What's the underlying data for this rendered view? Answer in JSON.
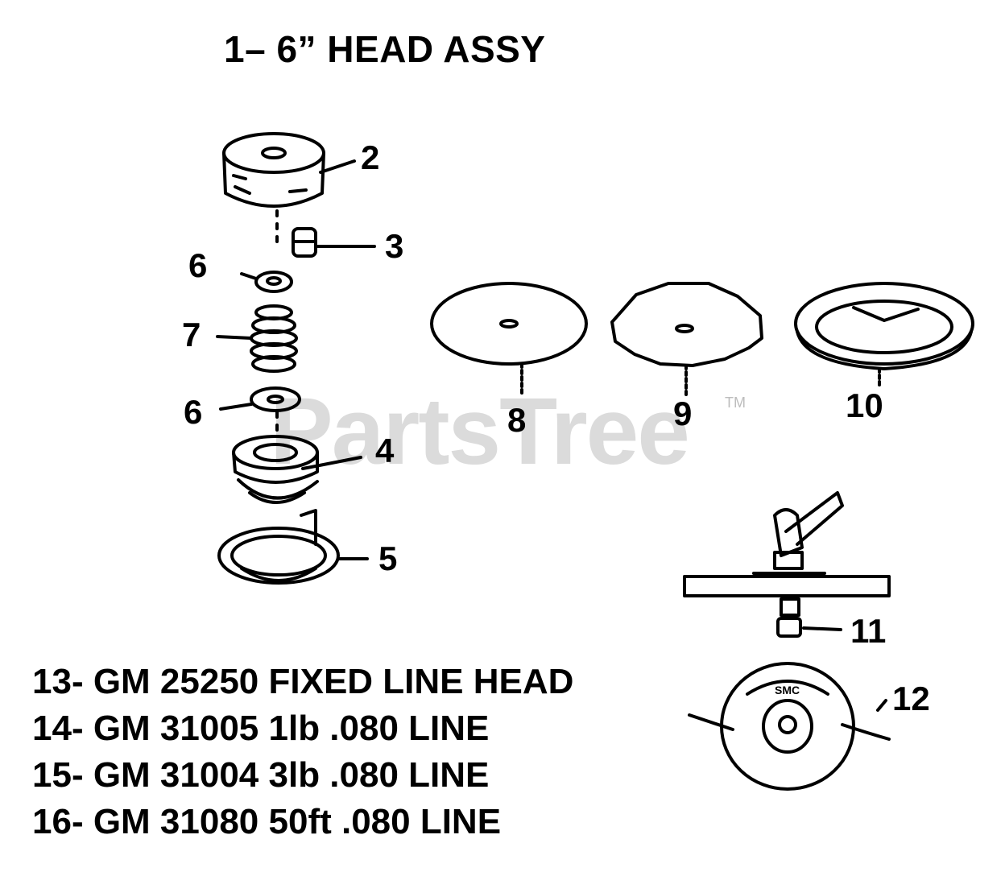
{
  "title": "1– 6” HEAD ASSY",
  "watermark": "PartsTree",
  "trademark": "TM",
  "callouts": {
    "c2": "2",
    "c3": "3",
    "c6a": "6",
    "c7": "7",
    "c6b": "6",
    "c4": "4",
    "c5": "5",
    "c8": "8",
    "c9": "9",
    "c10": "10",
    "c11": "11",
    "c12": "12"
  },
  "part_stamp": "SMC",
  "parts_list": [
    "13- GM 25250 FIXED LINE HEAD",
    "14- GM 31005 1lb .080 LINE",
    "15- GM 31004 3lb .080 LINE",
    "16- GM 31080 50ft .080 LINE"
  ]
}
